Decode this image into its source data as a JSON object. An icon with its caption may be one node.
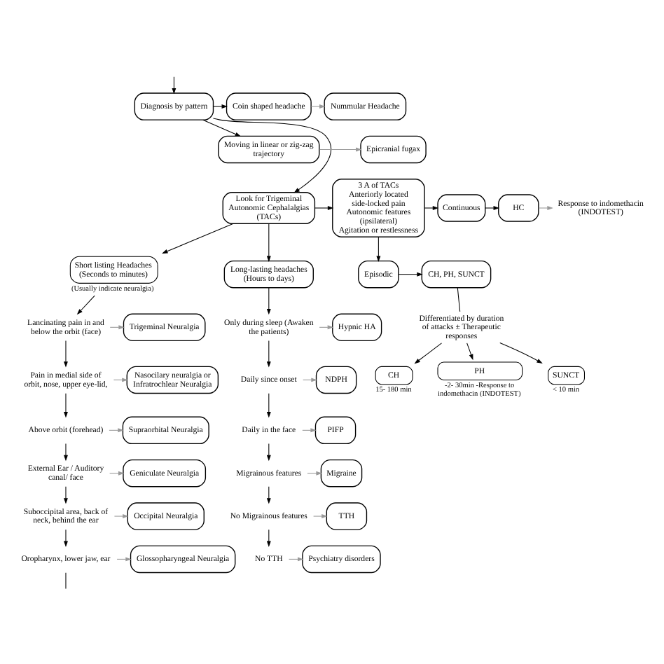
{
  "diagram": {
    "nodes": [
      {
        "text": [
          "Diagnosis by pattern"
        ]
      },
      {
        "text": [
          "Coin shaped headache"
        ]
      },
      {
        "text": [
          "Nummular Headache"
        ]
      },
      {
        "text": [
          "Moving in linear or zig-zag trajectory"
        ]
      },
      {
        "text": [
          "Epicranial fugax"
        ]
      },
      {
        "text": [
          "Look for Trigeminal Autonomic Cephalalgias (TACs)"
        ]
      },
      {
        "text": [
          "3 A of TACs",
          "Anteriorly located side-locked pain",
          "Autonomic features (ipsilateral)",
          "Agitation or restlessness"
        ]
      },
      {
        "text": [
          "Continuous"
        ]
      },
      {
        "text": [
          "HC"
        ]
      },
      {
        "text": [
          "Response to indomethacin (INDOTEST)"
        ]
      },
      {
        "text": [
          "Episodic"
        ]
      },
      {
        "text": [
          "CH, PH, SUNCT"
        ]
      },
      {
        "text": [
          "Differentiated by duration of attacks ± Therapeutic responses"
        ]
      },
      {
        "text": [
          "CH"
        ],
        "beside": [
          "15- 180 min"
        ]
      },
      {
        "text": [
          "PH"
        ],
        "beside": [
          "-2- 30min -Response to indomethacin (INDOTEST)"
        ]
      },
      {
        "text": [
          "SUNCT"
        ],
        "beside": [
          "< 10 min"
        ]
      },
      {
        "text": [
          "Short listing Headaches (Seconds to minutes)"
        ],
        "beside": [
          "(Usually indicate neuralgia)"
        ]
      },
      {
        "text": [
          "Long-lasting headaches (Hours to days)"
        ]
      },
      {
        "text": [
          "Lancinating pain in and below the orbit (face)"
        ]
      },
      {
        "text": [
          "Trigeminal Neuralgia"
        ]
      },
      {
        "text": [
          "Pain in medial side of orbit, nose, upper eye-lid,"
        ]
      },
      {
        "text": [
          "Nasocilary neuralgia or Infratrochlear Neuralgia"
        ]
      },
      {
        "text": [
          "Above orbit (forehead)"
        ]
      },
      {
        "text": [
          "Supraorbital Neuralgia"
        ]
      },
      {
        "text": [
          "External Ear / Auditory canal/ face"
        ]
      },
      {
        "text": [
          "Geniculate Neuralgia"
        ]
      },
      {
        "text": [
          "Suboccipital area, back of neck, behind the ear"
        ]
      },
      {
        "text": [
          "Occipital Neuralgia"
        ]
      },
      {
        "text": [
          "Oropharynx, lower jaw, ear"
        ]
      },
      {
        "text": [
          "Glossopharyngeal Neuralgia"
        ]
      },
      {
        "text": [
          "Only during sleep (Awaken the patients)"
        ]
      },
      {
        "text": [
          "Hypnic HA"
        ]
      },
      {
        "text": [
          "Daily since onset"
        ]
      },
      {
        "text": [
          "NDPH"
        ]
      },
      {
        "text": [
          "Daily in the face"
        ]
      },
      {
        "text": [
          "PIFP"
        ]
      },
      {
        "text": [
          "Migrainous features"
        ]
      },
      {
        "text": [
          "Migraine"
        ]
      },
      {
        "text": [
          "No Migrainous features"
        ]
      },
      {
        "text": [
          "TTH"
        ]
      },
      {
        "text": [
          "No TTH"
        ]
      },
      {
        "text": [
          "Psychiatry disorders"
        ]
      }
    ],
    "edges": [
      {
        "from": null,
        "to": 0,
        "arrow": "to"
      },
      {
        "from": 0,
        "to": 1,
        "arrow": "to"
      },
      {
        "from": 0,
        "to": 3,
        "arrow": "to"
      },
      {
        "from": 1,
        "to": 2,
        "arrow": "to",
        "color": "#999999"
      },
      {
        "from": 3,
        "to": 4,
        "arrow": "to",
        "color": "#999999"
      },
      {
        "from": 0,
        "to": 5,
        "arrow": "to"
      },
      {
        "from": 5,
        "to": 6,
        "arrow": "to"
      },
      {
        "from": 6,
        "to": 7,
        "arrow": "to"
      },
      {
        "from": 6,
        "to": 10,
        "arrow": "to"
      },
      {
        "from": 7,
        "to": 8,
        "arrow": "to"
      },
      {
        "from": 8,
        "to": 9,
        "arrow": "to",
        "color": "#999999"
      },
      {
        "from": 10,
        "to": 11,
        "arrow": "to"
      },
      {
        "from": 11,
        "to": 12,
        "arrow": "none"
      },
      {
        "from": 12,
        "to": 13,
        "arrow": "to"
      },
      {
        "from": 12,
        "to": 14,
        "arrow": "to"
      },
      {
        "from": 12,
        "to": 15,
        "arrow": "to"
      },
      {
        "from": 5,
        "to": 16,
        "arrow": "to"
      },
      {
        "from": 5,
        "to": 17,
        "arrow": "to"
      },
      {
        "from": 16,
        "to": 18,
        "arrow": "to"
      },
      {
        "from": 18,
        "to": 19,
        "arrow": "to",
        "color": "#999999"
      },
      {
        "from": 18,
        "to": 20,
        "arrow": "to"
      },
      {
        "from": 20,
        "to": 21,
        "arrow": "to",
        "color": "#999999"
      },
      {
        "from": 20,
        "to": 22,
        "arrow": "to"
      },
      {
        "from": 22,
        "to": 23,
        "arrow": "to",
        "color": "#999999"
      },
      {
        "from": 22,
        "to": 24,
        "arrow": "to"
      },
      {
        "from": 24,
        "to": 25,
        "arrow": "to",
        "color": "#999999"
      },
      {
        "from": 24,
        "to": 26,
        "arrow": "to"
      },
      {
        "from": 26,
        "to": 27,
        "arrow": "to",
        "color": "#999999"
      },
      {
        "from": 26,
        "to": 28,
        "arrow": "to"
      },
      {
        "from": 28,
        "to": 29,
        "arrow": "to",
        "color": "#999999"
      },
      {
        "from": 28,
        "to": null,
        "arrow": "none"
      },
      {
        "from": 17,
        "to": 30,
        "arrow": "to"
      },
      {
        "from": 30,
        "to": 31,
        "arrow": "to",
        "color": "#999999"
      },
      {
        "from": 30,
        "to": 32,
        "arrow": "to"
      },
      {
        "from": 32,
        "to": 33,
        "arrow": "to",
        "color": "#999999"
      },
      {
        "from": 32,
        "to": 34,
        "arrow": "to"
      },
      {
        "from": 34,
        "to": 35,
        "arrow": "to",
        "color": "#999999"
      },
      {
        "from": 34,
        "to": 36,
        "arrow": "to"
      },
      {
        "from": 36,
        "to": 37,
        "arrow": "to",
        "color": "#999999"
      },
      {
        "from": 36,
        "to": 38,
        "arrow": "to"
      },
      {
        "from": 38,
        "to": 39,
        "arrow": "to",
        "color": "#999999"
      },
      {
        "from": 38,
        "to": 40,
        "arrow": "to"
      },
      {
        "from": 40,
        "to": 41,
        "arrow": "to",
        "color": "#999999"
      }
    ]
  }
}
